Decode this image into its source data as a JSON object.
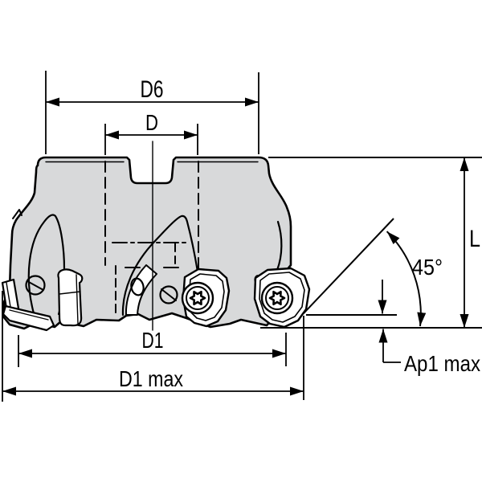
{
  "drawing": {
    "type": "technical-dimension-drawing",
    "labels": {
      "d6": "D6",
      "d": "D",
      "d1": "D1",
      "d1_max": "D1 max",
      "angle": "45°",
      "ap1_max": "Ap1 max",
      "length": "L"
    },
    "colors": {
      "background": "#ffffff",
      "body_fill": "#d8d9da",
      "insert_fill": "#ffffff",
      "line": "#000000"
    }
  }
}
